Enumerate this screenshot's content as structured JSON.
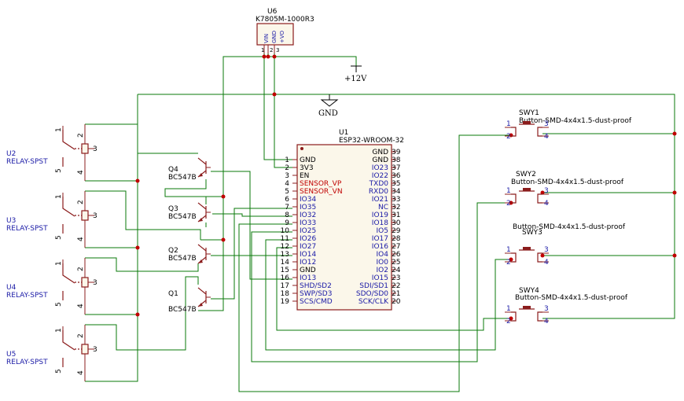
{
  "power": {
    "plus12": "+12V",
    "gnd": "GND"
  },
  "u6": {
    "ref": "U6",
    "value": "K7805M-1000R3",
    "pins": [
      "VIN",
      "GND",
      "+VO"
    ],
    "nums": [
      "1",
      "2",
      "3"
    ]
  },
  "u1": {
    "ref": "U1",
    "value": "ESP32-WROOM-32",
    "left": [
      {
        "n": "1",
        "name": "GND"
      },
      {
        "n": "2",
        "name": "3V3"
      },
      {
        "n": "3",
        "name": "EN"
      },
      {
        "n": "4",
        "name": "SENSOR_VP"
      },
      {
        "n": "5",
        "name": "SENSOR_VN"
      },
      {
        "n": "6",
        "name": "IO34"
      },
      {
        "n": "7",
        "name": "IO35"
      },
      {
        "n": "8",
        "name": "IO32"
      },
      {
        "n": "9",
        "name": "IO33"
      },
      {
        "n": "10",
        "name": "IO25"
      },
      {
        "n": "11",
        "name": "IO26"
      },
      {
        "n": "12",
        "name": "IO27"
      },
      {
        "n": "13",
        "name": "IO14"
      },
      {
        "n": "14",
        "name": "IO12"
      },
      {
        "n": "15",
        "name": "GND"
      },
      {
        "n": "16",
        "name": "IO13"
      },
      {
        "n": "17",
        "name": "SHD/SD2"
      },
      {
        "n": "18",
        "name": "SWP/SD3"
      },
      {
        "n": "19",
        "name": "SCS/CMD"
      }
    ],
    "right": [
      {
        "n": "39",
        "name": "GND"
      },
      {
        "n": "38",
        "name": "GND"
      },
      {
        "n": "37",
        "name": "IO23"
      },
      {
        "n": "36",
        "name": "IO22"
      },
      {
        "n": "35",
        "name": "TXD0"
      },
      {
        "n": "34",
        "name": "RXD0"
      },
      {
        "n": "33",
        "name": "IO21"
      },
      {
        "n": "32",
        "name": "NC"
      },
      {
        "n": "31",
        "name": "IO19"
      },
      {
        "n": "30",
        "name": "IO18"
      },
      {
        "n": "29",
        "name": "IO5"
      },
      {
        "n": "28",
        "name": "IO17"
      },
      {
        "n": "27",
        "name": "IO16"
      },
      {
        "n": "26",
        "name": "IO4"
      },
      {
        "n": "25",
        "name": "IO0"
      },
      {
        "n": "24",
        "name": "IO2"
      },
      {
        "n": "23",
        "name": "IO15"
      },
      {
        "n": "22",
        "name": "SDI/SD1"
      },
      {
        "n": "21",
        "name": "SDO/SD0"
      },
      {
        "n": "20",
        "name": "SCK/CLK"
      }
    ]
  },
  "relays": [
    {
      "ref": "U2",
      "value": "RELAY-SPST"
    },
    {
      "ref": "U3",
      "value": "RELAY-SPST"
    },
    {
      "ref": "U4",
      "value": "RELAY-SPST"
    },
    {
      "ref": "U5",
      "value": "RELAY-SPST"
    }
  ],
  "relay_pins": [
    "1",
    "2",
    "3",
    "5",
    "4"
  ],
  "transistors": [
    {
      "ref": "Q4",
      "value": "BC547B"
    },
    {
      "ref": "Q3",
      "value": "BC547B"
    },
    {
      "ref": "Q2",
      "value": "BC547B"
    },
    {
      "ref": "Q1",
      "value": "BC547B"
    }
  ],
  "buttons": [
    {
      "ref": "SWY1",
      "value": "Button-SMD-4x4x1.5-dust-proof"
    },
    {
      "ref": "SWY2",
      "value": "Button-SMD-4x4x1.5-dust-proof"
    },
    {
      "ref": "SWY3",
      "value": "Button-SMD-4x4x1.5-dust-proof"
    },
    {
      "ref": "SWY4",
      "value": "Button-SMD-4x4x1.5-dust-proof"
    }
  ],
  "button_pins": [
    "1",
    "2",
    "3",
    "4"
  ]
}
